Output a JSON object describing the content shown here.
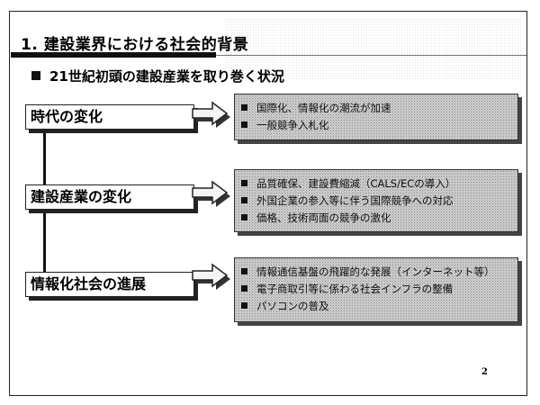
{
  "slide": {
    "title": "1. 建設業界における社会的背景",
    "subtitle": "21世紀初頭の建設産業を取り巻く状況",
    "page_number": "2"
  },
  "sections": [
    {
      "label": "時代の変化",
      "items": [
        "国際化、情報化の潮流が加速",
        "一般競争入札化"
      ]
    },
    {
      "label": "建設産業の変化",
      "items": [
        "品質確保、建設費縮減（CALS/ECの導入）",
        "外国企業の参入等に伴う国際競争への対応",
        "価格、技術両面の競争の激化"
      ]
    },
    {
      "label": "情報化社会の進展",
      "items": [
        "情報通信基盤の飛躍的な発展（インターネット等）",
        "電子商取引等に係わる社会インフラの整備",
        "パソコンの普及"
      ]
    }
  ]
}
